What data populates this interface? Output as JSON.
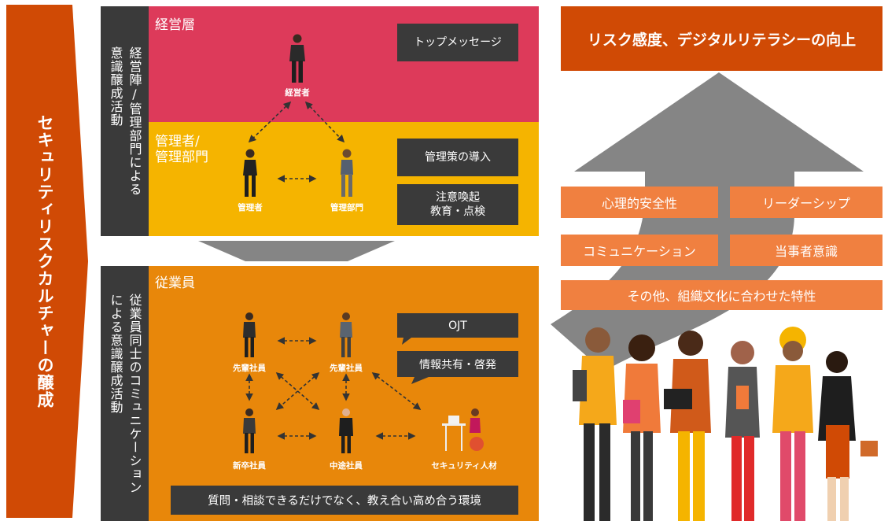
{
  "left_title": "セキュリティリスクカルチャーの醸成",
  "management_section": {
    "side_label_line1": "経営陣/管理部門による",
    "side_label_line2": "意識醸成活動",
    "executive_band_label": "経営層",
    "manager_band_label": "管理者/\n管理部門",
    "executive_person_label": "経営者",
    "manager_person_label": "管理者",
    "admin_dept_person_label": "管理部門",
    "messages": [
      "トップメッセージ",
      "管理策の導入",
      "注意喚起\n教育・点検"
    ]
  },
  "employee_section": {
    "side_label_line1": "従業員同士のコミュニケーション",
    "side_label_line2": "による意識醸成活動",
    "band_label": "従業員",
    "person_labels": [
      "先輩社員",
      "先輩社員",
      "新卒社員",
      "中途社員",
      "セキュリティ人材"
    ],
    "messages": [
      "OJT",
      "情報共有・啓発"
    ],
    "bottom_note": "質問・相談できるだけでなく、教え合い高め合う環境"
  },
  "goal": "リスク感度、デジタルリテラシーの向上",
  "attributes": [
    "心理的安全性",
    "リーダーシップ",
    "コミュニケーション",
    "当事者意識",
    "その他、組織文化に合わせた特性"
  ],
  "colors": {
    "chevron": "#d04a05",
    "executive_band": "#dd3a5a",
    "manager_band": "#f5b400",
    "employee_band": "#e8870a",
    "dark": "#3a3a3a",
    "attribute": "#f08040",
    "big_arrow": "#858585"
  }
}
